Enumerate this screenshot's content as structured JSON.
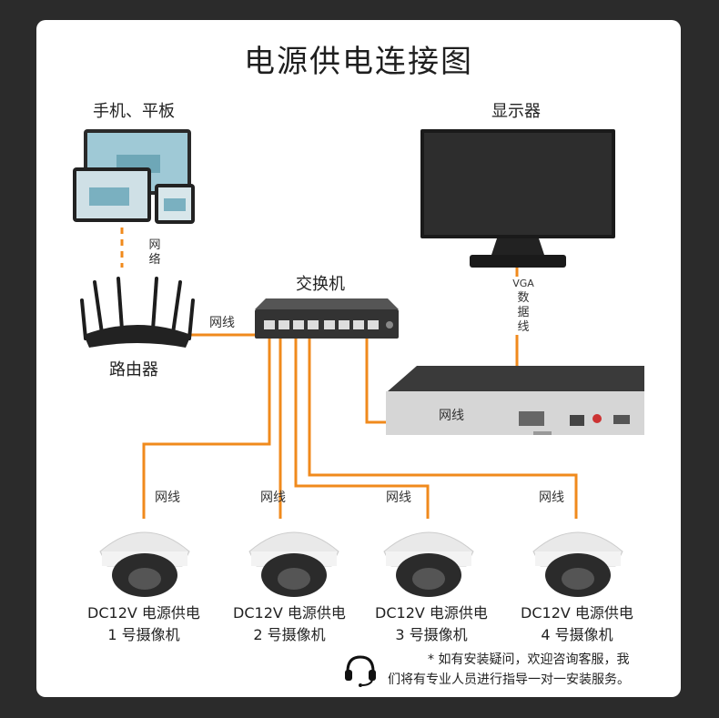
{
  "title": "电源供电连接图",
  "devices": {
    "phone_tablet": "手机、平板",
    "monitor": "显示器",
    "switch": "交换机",
    "router": "路由器"
  },
  "links": {
    "network_wireless": [
      "网",
      "络"
    ],
    "router_switch": "网线",
    "vga": [
      "VGA",
      "数",
      "据",
      "线"
    ],
    "switch_nvr": "网线",
    "cam1": "网线",
    "cam2": "网线",
    "cam3": "网线",
    "cam4": "网线"
  },
  "cameras": [
    {
      "power": "DC12V 电源供电",
      "name": "1 号摄像机"
    },
    {
      "power": "DC12V 电源供电",
      "name": "2 号摄像机"
    },
    {
      "power": "DC12V 电源供电",
      "name": "3 号摄像机"
    },
    {
      "power": "DC12V 电源供电",
      "name": "4 号摄像机"
    }
  ],
  "note": {
    "line1": "* 如有安装疑问，欢迎咨询客服，我",
    "line2": "们将有专业人员进行指导一对一安装服务。"
  },
  "colors": {
    "wire": "#f08a1c",
    "background": "#2b2b2b",
    "card": "#ffffff"
  },
  "icons": [
    "headset-icon"
  ]
}
